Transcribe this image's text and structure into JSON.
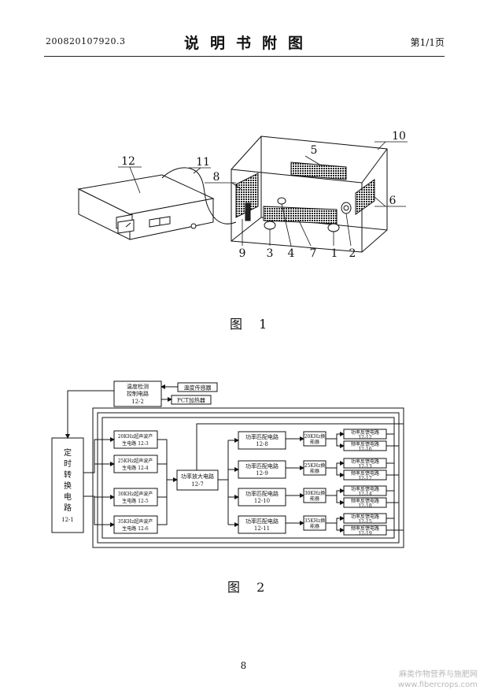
{
  "header": {
    "doc_number": "200820107920.3",
    "title": "说明书附图",
    "page_info": "第1/1页"
  },
  "figure1": {
    "caption": "图 1",
    "callouts": [
      "12",
      "11",
      "8",
      "5",
      "10",
      "6",
      "9",
      "3",
      "4",
      "7",
      "1",
      "2"
    ]
  },
  "figure2": {
    "caption": "图 2",
    "timer": {
      "chars": [
        "定",
        "时",
        "转",
        "换",
        "电",
        "路"
      ],
      "id": "12-1"
    },
    "temp_ctrl": {
      "line1": "温度检测",
      "line2": "控制电路",
      "id": "12-2"
    },
    "temp_sensor": "温度传感器",
    "pct_heater": "PCT加热器",
    "generators": [
      {
        "line1": "20KHz超声波产",
        "line2": "生电路 12-3"
      },
      {
        "line1": "25KHz超声波产",
        "line2": "生电路 12-4"
      },
      {
        "line1": "30KHz超声波产",
        "line2": "生电路 12-5"
      },
      {
        "line1": "35KHz超声波产",
        "line2": "生电路 12-6"
      }
    ],
    "amplifier": {
      "line1": "功率放大电路",
      "line2": "12-7"
    },
    "matching": [
      {
        "label": "功率匹配电路",
        "id": "12-8"
      },
      {
        "label": "功率匹配电路",
        "id": "12-9"
      },
      {
        "label": "功率匹配电路",
        "id": "12-10"
      },
      {
        "label": "功率匹配电路",
        "id": "12-11"
      }
    ],
    "transducers": [
      {
        "line1": "20KHz换",
        "line2": "能器"
      },
      {
        "line1": "25KHz换",
        "line2": "能器"
      },
      {
        "line1": "30KHz换",
        "line2": "能器"
      },
      {
        "line1": "35KHz换",
        "line2": "能器"
      }
    ],
    "power_feedback": [
      {
        "label": "功率反馈电路",
        "id": "12-12"
      },
      {
        "label": "功率反馈电路",
        "id": "12-13"
      },
      {
        "label": "功率反馈电路",
        "id": "12-14"
      },
      {
        "label": "功率反馈电路",
        "id": "12-15"
      }
    ],
    "freq_feedback": [
      {
        "label": "频率反馈电路",
        "id": "12-16"
      },
      {
        "label": "频率反馈电路",
        "id": "12-17"
      },
      {
        "label": "频率反馈电路",
        "id": "12-18"
      },
      {
        "label": "频率反馈电路",
        "id": "12-19"
      }
    ]
  },
  "page_number": "8",
  "watermark": {
    "line1": "麻类作物营养与施肥网",
    "line2": "www.fibercrops.com"
  }
}
